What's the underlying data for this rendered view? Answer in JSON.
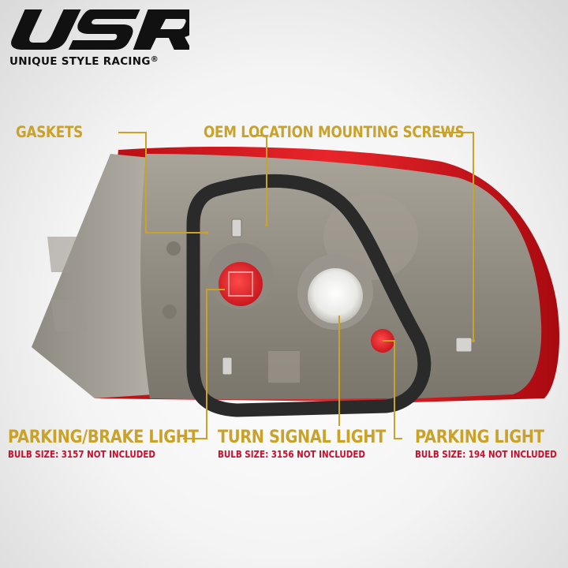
{
  "brand": {
    "logo_letters": "USR",
    "name": "UNIQUE STYLE RACING",
    "trademark": "®"
  },
  "callouts": {
    "gaskets": "GASKETS",
    "mounting_screws": "OEM LOCATION MOUNTING SCREWS",
    "parking_brake": {
      "title": "PARKING/BRAKE LIGHT",
      "bulb": "BULB SIZE: 3157 NOT INCLUDED"
    },
    "turn_signal": {
      "title": "TURN SIGNAL LIGHT",
      "bulb": "BULB SIZE: 3156 NOT INCLUDED"
    },
    "parking": {
      "title": "PARKING LIGHT",
      "bulb": "BULB SIZE: 194 NOT INCLUDED"
    }
  },
  "colors": {
    "callout_gold": "#c9a227",
    "bulb_red": "#c8102e",
    "lens_red": "#d8141c",
    "housing_gray": "#8f8a7f",
    "gasket_black": "#2a2a2a"
  }
}
